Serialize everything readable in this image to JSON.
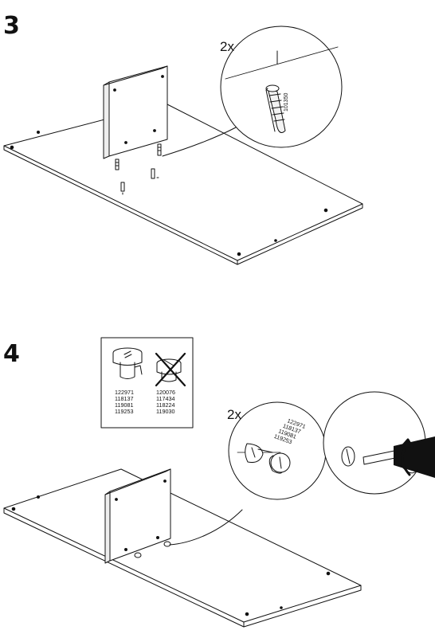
{
  "steps": [
    {
      "number": "3",
      "callout": {
        "quantity": "2x",
        "part_code": "101350",
        "part_icon": "wooden-dowel-icon"
      }
    },
    {
      "number": "4",
      "callout": {
        "quantity": "2x",
        "cam_lock_codes": [
          "122971",
          "118137",
          "119081",
          "119253"
        ],
        "part_icon": "cam-lock-icon",
        "tool_icon": "flathead-screwdriver-icon"
      },
      "compatibility_box": {
        "correct_codes": [
          "122971",
          "118137",
          "119081",
          "119253"
        ],
        "wrong_codes": [
          "120076",
          "117434",
          "118224",
          "119030"
        ],
        "wrong_mark_icon": "cross-out-icon"
      }
    }
  ]
}
